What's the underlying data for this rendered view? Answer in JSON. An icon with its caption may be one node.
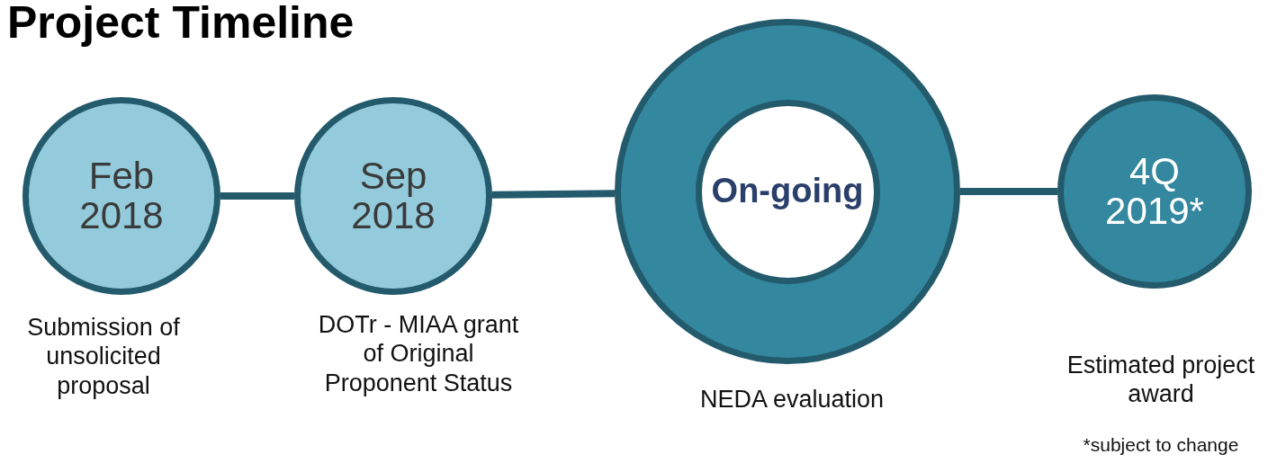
{
  "diagram": {
    "title": "Project Timeline",
    "nodes": [
      {
        "text": [
          "Feb 2018"
        ],
        "beside": [
          "Submission of unsolicited proposal"
        ]
      },
      {
        "text": [
          "Sep 2018"
        ],
        "beside": [
          "DOTr - MIAA grant of Original Proponent Status"
        ]
      },
      {
        "text": [
          "On-going"
        ],
        "beside": [
          "NEDA evaluation"
        ]
      },
      {
        "text": [
          "4Q 2019*"
        ],
        "beside": [
          "Estimated project award",
          "*subject to change"
        ]
      }
    ],
    "edges": [
      {
        "from": 0,
        "to": 1,
        "arrow": "none"
      },
      {
        "from": 1,
        "to": 2,
        "arrow": "none"
      },
      {
        "from": 2,
        "to": 3,
        "arrow": "none"
      }
    ]
  }
}
